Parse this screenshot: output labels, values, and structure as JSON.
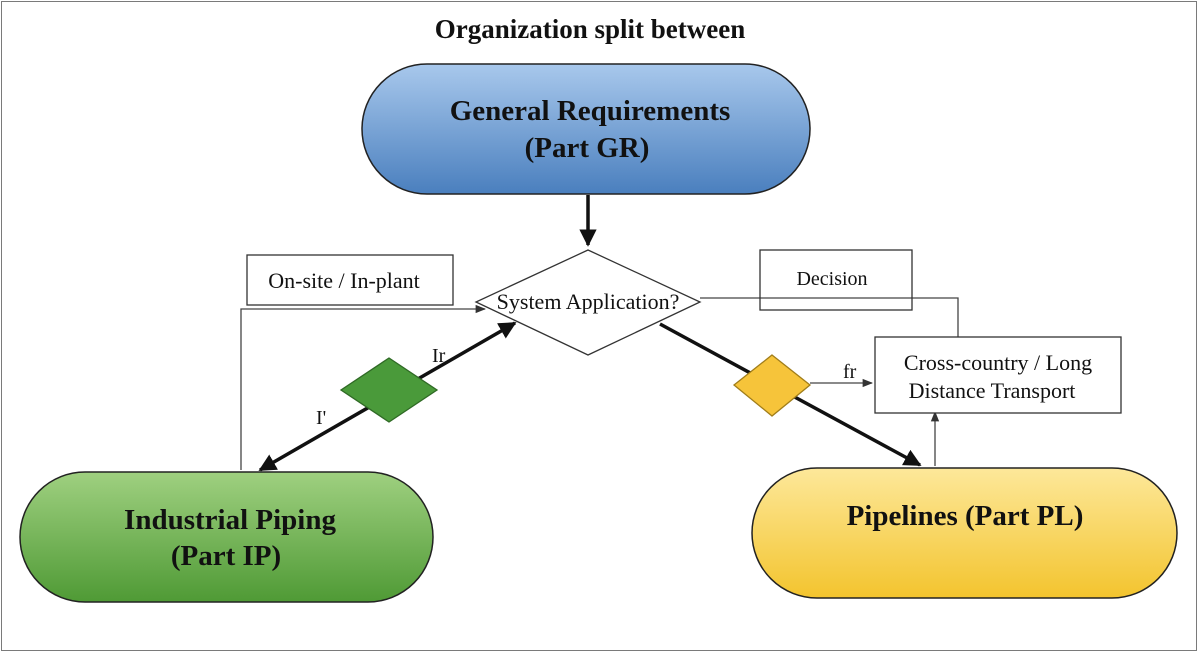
{
  "title": "Organization split between",
  "nodes": {
    "general_requirements": {
      "line1": "General Requirements",
      "line2": "(Part GR)",
      "color_top": "#a8c8ec",
      "color_bottom": "#4a7fbe"
    },
    "system_application": {
      "label": "System Application?"
    },
    "industrial_piping": {
      "line1": "Industrial Piping",
      "line2": "(Part IP)",
      "color_top": "#9fd080",
      "color_bottom": "#4f9a35"
    },
    "pipelines": {
      "line1": "Pipelines (Part PL)",
      "color_top": "#fde89a",
      "color_bottom": "#f3c42e"
    },
    "on_site_box": {
      "label": "On-site / In-plant"
    },
    "decision_box": {
      "label": "Decision"
    },
    "cross_country_box": {
      "line1": "Cross-country / Long",
      "line2": "Distance Transport"
    }
  },
  "labels": {
    "left_upper": "Ir",
    "left_lower": "I'",
    "right": "fr"
  },
  "colors": {
    "green_diamond": "#4a9a3a",
    "yellow_diamond": "#f6c43a",
    "stroke": "#111111"
  }
}
